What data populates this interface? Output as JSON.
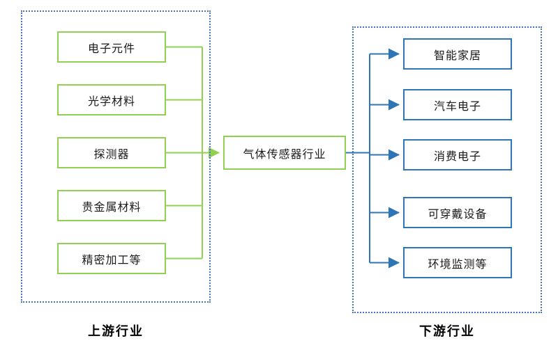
{
  "diagram": {
    "center_node": {
      "label": "气体传感器行业"
    },
    "upstream": {
      "title": "上游行业",
      "items": [
        {
          "label": "电子元件"
        },
        {
          "label": "光学材料"
        },
        {
          "label": "探测器"
        },
        {
          "label": "贵金属材料"
        },
        {
          "label": "精密加工等"
        }
      ]
    },
    "downstream": {
      "title": "下游行业",
      "items": [
        {
          "label": "智能家居"
        },
        {
          "label": "汽车电子"
        },
        {
          "label": "消费电子"
        },
        {
          "label": "可穿戴设备"
        },
        {
          "label": "环境监测等"
        }
      ]
    },
    "colors": {
      "upstream_accent": "#92D050",
      "downstream_accent": "#2E75B6",
      "frame_border": "#4472C4"
    }
  }
}
